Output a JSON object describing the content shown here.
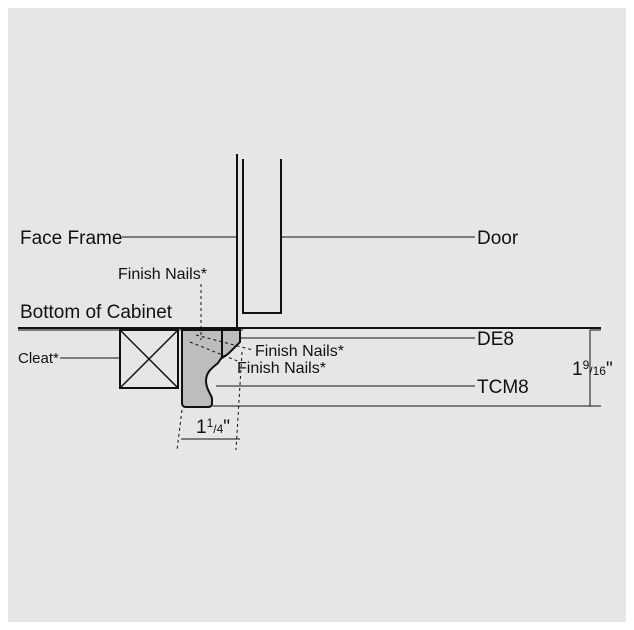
{
  "labels": {
    "face_frame": "Face Frame",
    "door": "Door",
    "finish_nails_top": "Finish Nails*",
    "bottom_of_cabinet": "Bottom of Cabinet",
    "de8": "DE8",
    "cleat": "Cleat*",
    "finish_nails_mid": "Finish Nails*",
    "finish_nails_low": "Finish Nails*",
    "tcm8": "TCM8"
  },
  "dimensions": {
    "width": {
      "whole": "1",
      "numerator": "1",
      "denominator": "4",
      "unit": "\""
    },
    "height": {
      "whole": "1",
      "numerator": "9",
      "denominator": "16",
      "unit": "\""
    }
  },
  "colors": {
    "background": "#e6e6e6",
    "line": "#111111",
    "molding_fill": "#bdbdbd",
    "page": "#ffffff"
  }
}
